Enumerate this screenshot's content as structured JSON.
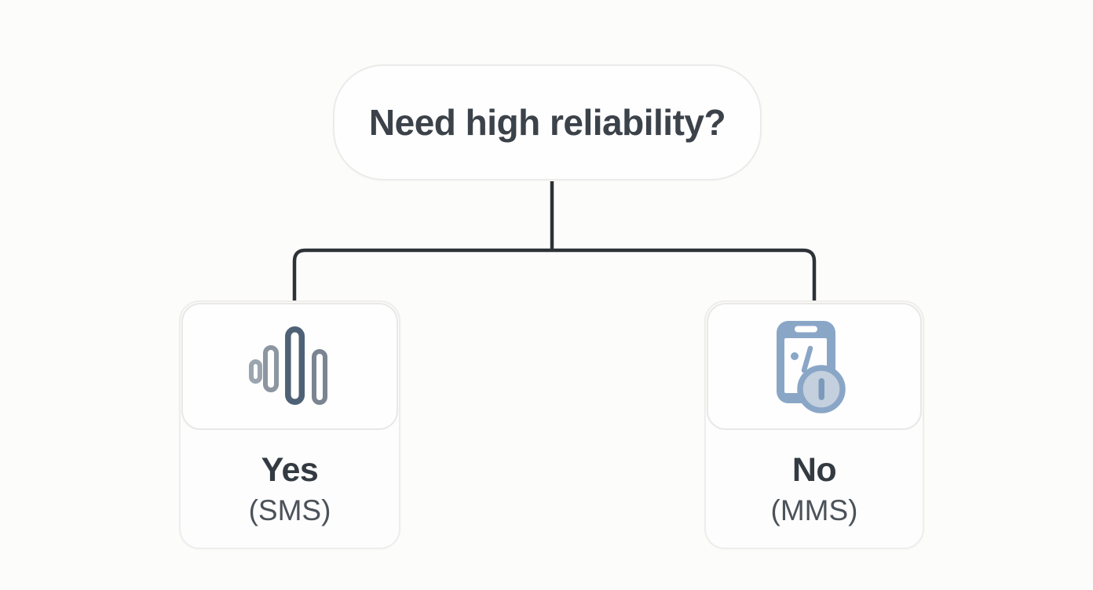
{
  "diagram": {
    "type": "decision-tree",
    "root": {
      "label": "Need high reliability?"
    },
    "branches": [
      {
        "answer": "Yes",
        "method": "(SMS)",
        "icon": "signal-bars-icon"
      },
      {
        "answer": "No",
        "method": "(MMS)",
        "icon": "phone-alert-icon"
      }
    ]
  },
  "colors": {
    "connector": "#2d3237",
    "title-text": "#3c4249",
    "answer-text": "#333a41",
    "method-text": "#4c5259",
    "icon-blue": "#8aa6c7",
    "icon-blue-dark": "#7d9abd",
    "badge-fill": "#c4d0de",
    "signal-bar-1": "#9aa5b0",
    "signal-bar-2": "#8c96a1",
    "signal-bar-3": "#4e6176",
    "signal-bar-4": "#7b8591"
  }
}
